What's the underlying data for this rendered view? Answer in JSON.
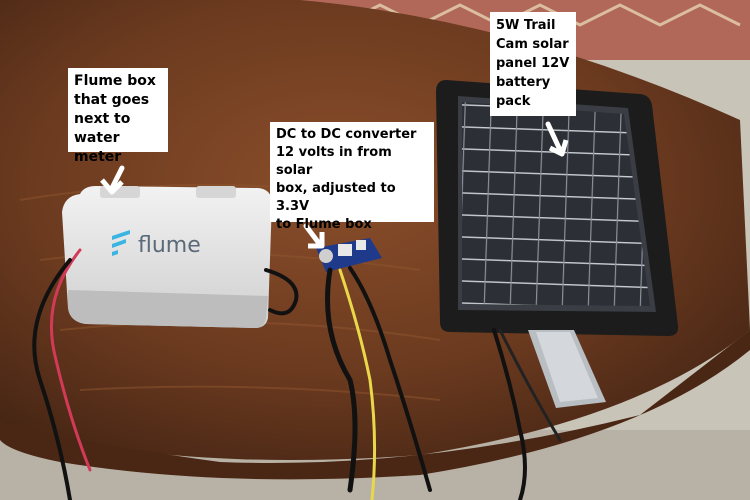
{
  "labels": {
    "flume_box": [
      "Flume box",
      "that goes",
      "next to",
      "water meter"
    ],
    "dc_converter": [
      "DC to DC converter",
      "12 volts in from solar",
      "box, adjusted to 3.3V",
      "to Flume box"
    ],
    "solar_panel": [
      "5W Trail",
      "Cam solar",
      "panel 12V",
      "battery",
      "pack"
    ]
  },
  "device": {
    "brand": "flume"
  },
  "colors": {
    "table": "#6b3a1f",
    "carpet": "#c9c4b8",
    "panel_frame": "#1c1c1c",
    "panel_cells": "#2c2f36",
    "flume_box": "#e6e6e6",
    "flume_logo": "#3ab4e0",
    "wire_red": "#d23a57",
    "wire_yellow": "#e8d84a"
  }
}
